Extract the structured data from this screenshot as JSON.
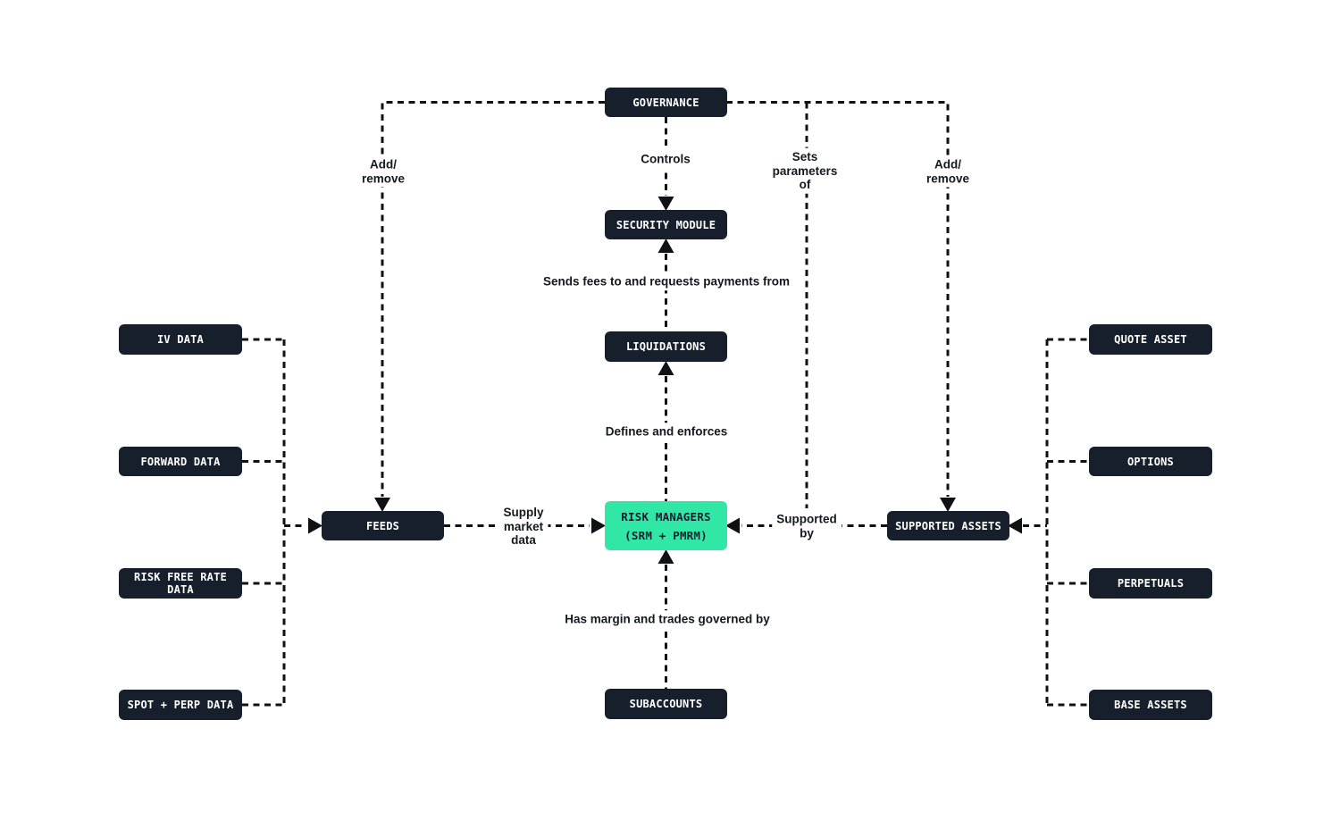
{
  "colors": {
    "background": "#ffffff",
    "node_bg": "#171F2C",
    "node_text": "#ffffff",
    "accent_bg": "#31E7A5",
    "accent_text": "#14202E",
    "line": "#101114",
    "label_text": "#14181F"
  },
  "nodes": {
    "governance": {
      "label": "GOVERNANCE"
    },
    "security_module": {
      "label": "SECURITY MODULE"
    },
    "liquidations": {
      "label": "LIQUIDATIONS"
    },
    "risk_managers": {
      "label": "RISK MANAGERS\n(SRM + PMRM)"
    },
    "subaccounts": {
      "label": "SUBACCOUNTS"
    },
    "feeds": {
      "label": "FEEDS"
    },
    "supported_assets": {
      "label": "SUPPORTED ASSETS"
    },
    "iv_data": {
      "label": "IV DATA"
    },
    "forward_data": {
      "label": "FORWARD DATA"
    },
    "risk_free_rate_data": {
      "label": "RISK FREE RATE DATA"
    },
    "spot_perp_data": {
      "label": "SPOT + PERP DATA"
    },
    "quote_asset": {
      "label": "QUOTE ASSET"
    },
    "options": {
      "label": "OPTIONS"
    },
    "perpetuals": {
      "label": "PERPETUALS"
    },
    "base_assets": {
      "label": "BASE ASSETS"
    }
  },
  "edge_labels": {
    "add_remove_left": "Add/\nremove",
    "controls": "Controls",
    "sets_parameters_of": "Sets\nparameters\nof",
    "add_remove_right": "Add/\nremove",
    "sends_fees": "Sends fees to and requests payments from",
    "defines_and_enforces": "Defines and enforces",
    "supply_market_data": "Supply\nmarket\ndata",
    "supported_by": "Supported\nby",
    "has_margin": "Has margin and trades governed by"
  }
}
